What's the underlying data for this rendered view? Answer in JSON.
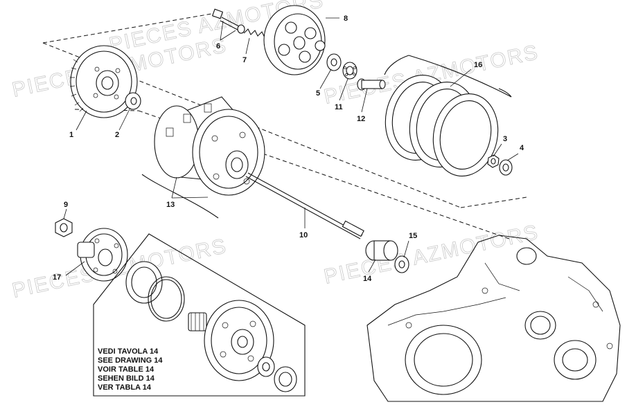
{
  "watermarks": [
    "PIECES AZMOTORS",
    "PIECES AZMOTORS",
    "PIECES AZMOTORS",
    "PIECES AZMOTORS",
    "PIECES AZMOTORS"
  ],
  "callouts": [
    {
      "id": "c1",
      "label": "1"
    },
    {
      "id": "c2",
      "label": "2"
    },
    {
      "id": "c3",
      "label": "3"
    },
    {
      "id": "c4",
      "label": "4"
    },
    {
      "id": "c5",
      "label": "5"
    },
    {
      "id": "c6",
      "label": "6"
    },
    {
      "id": "c7",
      "label": "7"
    },
    {
      "id": "c8",
      "label": "8"
    },
    {
      "id": "c9",
      "label": "9"
    },
    {
      "id": "c10",
      "label": "10"
    },
    {
      "id": "c11",
      "label": "11"
    },
    {
      "id": "c12",
      "label": "12"
    },
    {
      "id": "c13",
      "label": "13"
    },
    {
      "id": "c14",
      "label": "14"
    },
    {
      "id": "c15",
      "label": "15"
    },
    {
      "id": "c16",
      "label": "16"
    },
    {
      "id": "c17",
      "label": "17"
    }
  ],
  "reference_box": {
    "lines": [
      "VEDI TAVOLA 14",
      "SEE DRAWING 14",
      "VOIR TABLE 14",
      "SEHEN BILD 14",
      "VER TABLA 14"
    ]
  }
}
